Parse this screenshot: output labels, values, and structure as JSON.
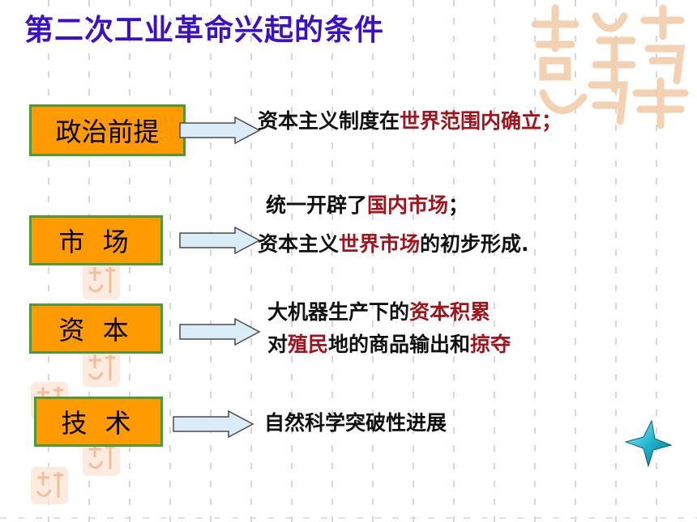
{
  "title": "第二次工业革命兴起的条件",
  "rows": [
    {
      "label": "政治前提",
      "lines": [
        [
          {
            "t": "资本主义制度在",
            "hl": false
          },
          {
            "t": "世界范围内确立",
            "hl": true
          },
          {
            "t": "；",
            "hl": true
          }
        ]
      ]
    },
    {
      "label": "市 场",
      "lines": [
        [
          {
            "t": "统一开辟了",
            "hl": false
          },
          {
            "t": "国内市场",
            "hl": true
          },
          {
            "t": "；",
            "hl": false
          }
        ],
        [
          {
            "t": "资本主义",
            "hl": false
          },
          {
            "t": "世界市场",
            "hl": true
          },
          {
            "t": "的初步形成",
            "hl": false
          },
          {
            "t": ".",
            "hl": false
          }
        ]
      ]
    },
    {
      "label": "资 本",
      "lines": [
        [
          {
            "t": "大机器生产下的",
            "hl": false
          },
          {
            "t": "资本积累",
            "hl": true
          }
        ],
        [
          {
            "t": "对",
            "hl": false
          },
          {
            "t": "殖民",
            "hl": true
          },
          {
            "t": "地的商品输出和",
            "hl": false
          },
          {
            "t": "掠夺",
            "hl": true
          }
        ]
      ]
    },
    {
      "label": "技 术",
      "lines": [
        [
          {
            "t": "自然科学突破性进展",
            "hl": false
          }
        ]
      ]
    }
  ],
  "colors": {
    "title": "#3a10c8",
    "label_fill": "#ff9a00",
    "label_border": "#4d9a3a",
    "highlight": "#a0141e",
    "arrow_fill": "#d9ecf7"
  },
  "decor": {
    "seal_icon": "auspicious-seal-watermark",
    "star_icon": "four-point-star-icon"
  }
}
